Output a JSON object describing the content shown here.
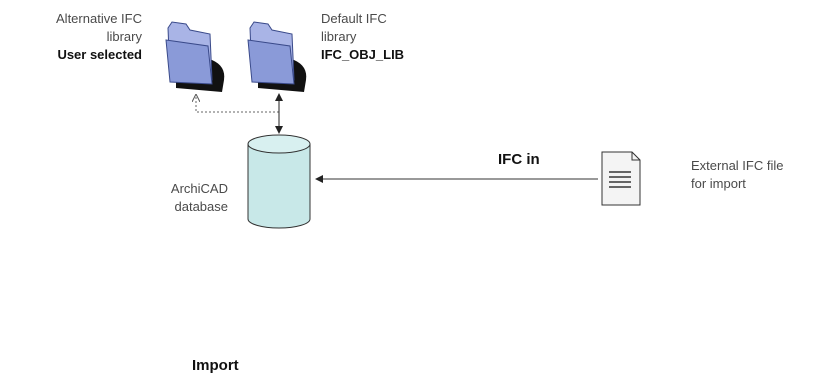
{
  "alternative_library": {
    "line1": "Alternative IFC",
    "line2": "library",
    "name": "User selected"
  },
  "default_library": {
    "line1": "Default IFC",
    "line2": "library",
    "name": "IFC_OBJ_LIB"
  },
  "database": {
    "line1": "ArchiCAD",
    "line2": "database"
  },
  "flow": {
    "label": "IFC in"
  },
  "external_file": {
    "line1": "External IFC file",
    "line2": "for import"
  },
  "caption": "Import",
  "colors": {
    "folder_fill": "#8a9ad8",
    "folder_shadow": "#111111",
    "cylinder_fill": "#c8e8e8",
    "line": "#555555"
  }
}
